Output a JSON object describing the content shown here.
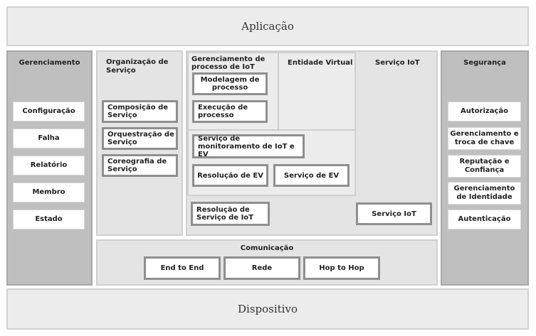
{
  "top_band": "Aplicação",
  "bottom_band": "Dispositivo",
  "gerenciamento": {
    "title": "Gerenciamento",
    "items": [
      "Configuração",
      "Falha",
      "Relatório",
      "Membro",
      "Estado"
    ]
  },
  "seguranca": {
    "title": "Segurança",
    "items": [
      "Autorização",
      "Gerenciamento e troca de chave",
      "Reputação e Confiança",
      "Gerenciamento de Identidade",
      "Autenticação"
    ]
  },
  "organizacao": {
    "title": "Organização de Serviço",
    "items": [
      "Composição de Serviço",
      "Orquestração de Serviço",
      "Coreografia de Serviço"
    ]
  },
  "gerenciamento_processo": {
    "title": "Gerenciamento de processo de IoT",
    "items": [
      "Modelagem de processo",
      "Execução de processo"
    ]
  },
  "entidade_virtual": {
    "title": "Entidade Virtual",
    "monitoramento": "Serviço de monitoramento de IoT e EV",
    "resolucao_ev": "Resolução de EV",
    "servico_ev": "Serviço de EV"
  },
  "servico_iot": {
    "title": "Serviço IoT",
    "resolucao": "Resolução de Serviço de IoT",
    "box": "Serviço IoT"
  },
  "comunicacao": {
    "title": "Comunicação",
    "items": [
      "End to End",
      "Rede",
      "Hop to Hop"
    ]
  }
}
